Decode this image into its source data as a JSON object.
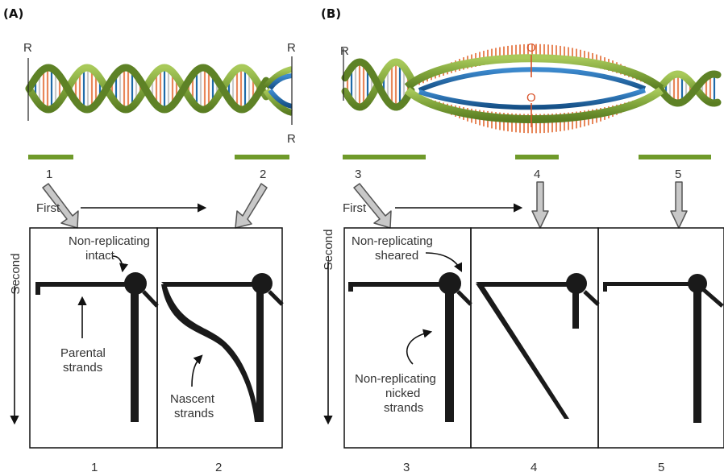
{
  "panels": {
    "a_label": "(A)",
    "b_label": "(B)"
  },
  "markers": {
    "r": "R",
    "o": "O"
  },
  "fragments": {
    "f1": "1",
    "f2": "2",
    "f3": "3",
    "f4": "4",
    "f5": "5"
  },
  "axes": {
    "first": "First",
    "second": "Second"
  },
  "annotations": {
    "non_replicating_intact": [
      "Non-replicating",
      "intact"
    ],
    "parental_strands": [
      "Parental",
      "strands"
    ],
    "nascent_strands": [
      "Nascent",
      "strands"
    ],
    "non_replicating_sheared": [
      "Non-replicating",
      "sheared"
    ],
    "non_replicating_nicked": [
      "Non-replicating",
      "nicked",
      "strands"
    ]
  },
  "colors": {
    "helix_green": "#7ea33a",
    "helix_green_dark": "#5e8226",
    "nascent_blue": "#1f6aa8",
    "base_orange": "#e8875a",
    "base_gray": "#c9c9c9",
    "origin_red": "#d9532a",
    "fragment_bar": "#6f9a2a",
    "gel_arc": "#1a1a1a"
  }
}
